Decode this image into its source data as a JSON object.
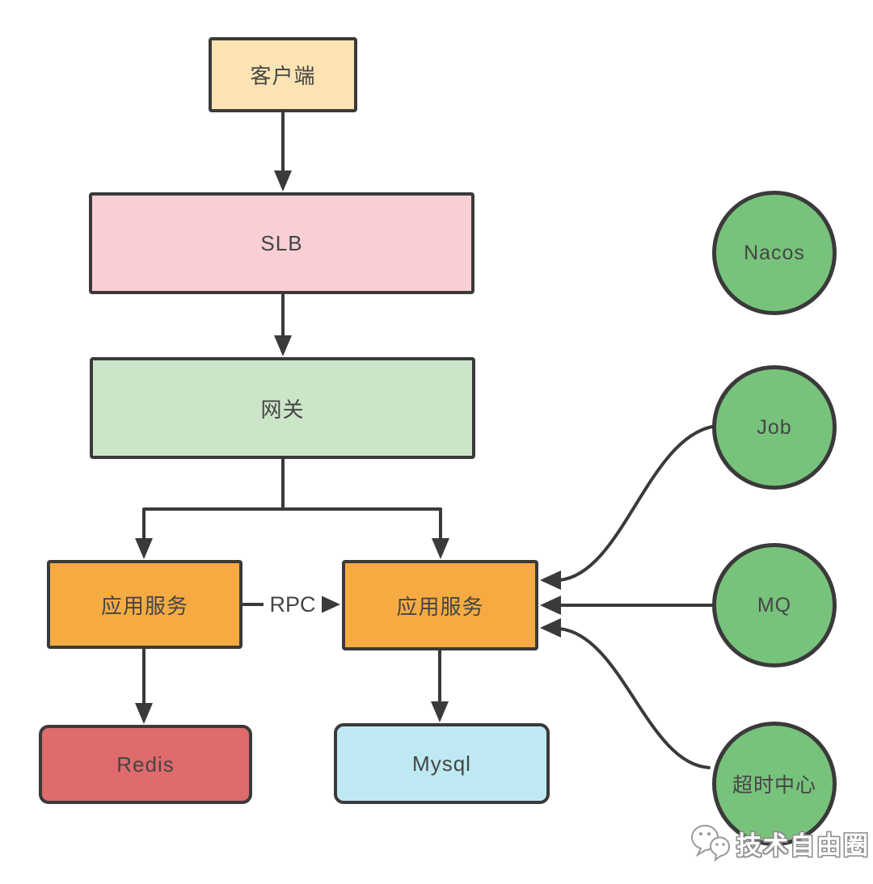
{
  "diagram": {
    "background": "#ffffff",
    "stroke_color": "#3a3a3a",
    "text_color": "#454545",
    "nodes": {
      "client": {
        "label": "客户端",
        "fill": "#fbe3b4",
        "shape": "rect"
      },
      "slb": {
        "label": "SLB",
        "fill": "#f9cfd5",
        "shape": "rect"
      },
      "gateway": {
        "label": "网关",
        "fill": "#cce5c9",
        "shape": "rect"
      },
      "app_service_left": {
        "label": "应用服务",
        "fill": "#f6ab42",
        "shape": "rect"
      },
      "app_service_right": {
        "label": "应用服务",
        "fill": "#f6ab42",
        "shape": "rect"
      },
      "redis": {
        "label": "Redis",
        "fill": "#e06b6c",
        "shape": "rounded-rect"
      },
      "mysql": {
        "label": "Mysql",
        "fill": "#bee9f2",
        "shape": "rounded-rect"
      },
      "nacos": {
        "label": "Nacos",
        "fill": "#77c37b",
        "shape": "circle"
      },
      "job": {
        "label": "Job",
        "fill": "#77c37b",
        "shape": "circle"
      },
      "mq": {
        "label": "MQ",
        "fill": "#77c37b",
        "shape": "circle"
      },
      "timeout_center": {
        "label": "超时中心",
        "fill": "#77c37b",
        "shape": "circle"
      }
    },
    "edges": {
      "rpc_label": "RPC",
      "connections": [
        "client -> slb",
        "slb -> gateway",
        "gateway -> app_service_left",
        "gateway -> app_service_right",
        "app_service_left -> redis",
        "app_service_right -> mysql",
        "app_service_left -> app_service_right (RPC)",
        "job -> app_service_right",
        "mq -> app_service_right",
        "timeout_center -> app_service_right"
      ]
    },
    "watermark": {
      "text": "技术自由圈"
    }
  }
}
